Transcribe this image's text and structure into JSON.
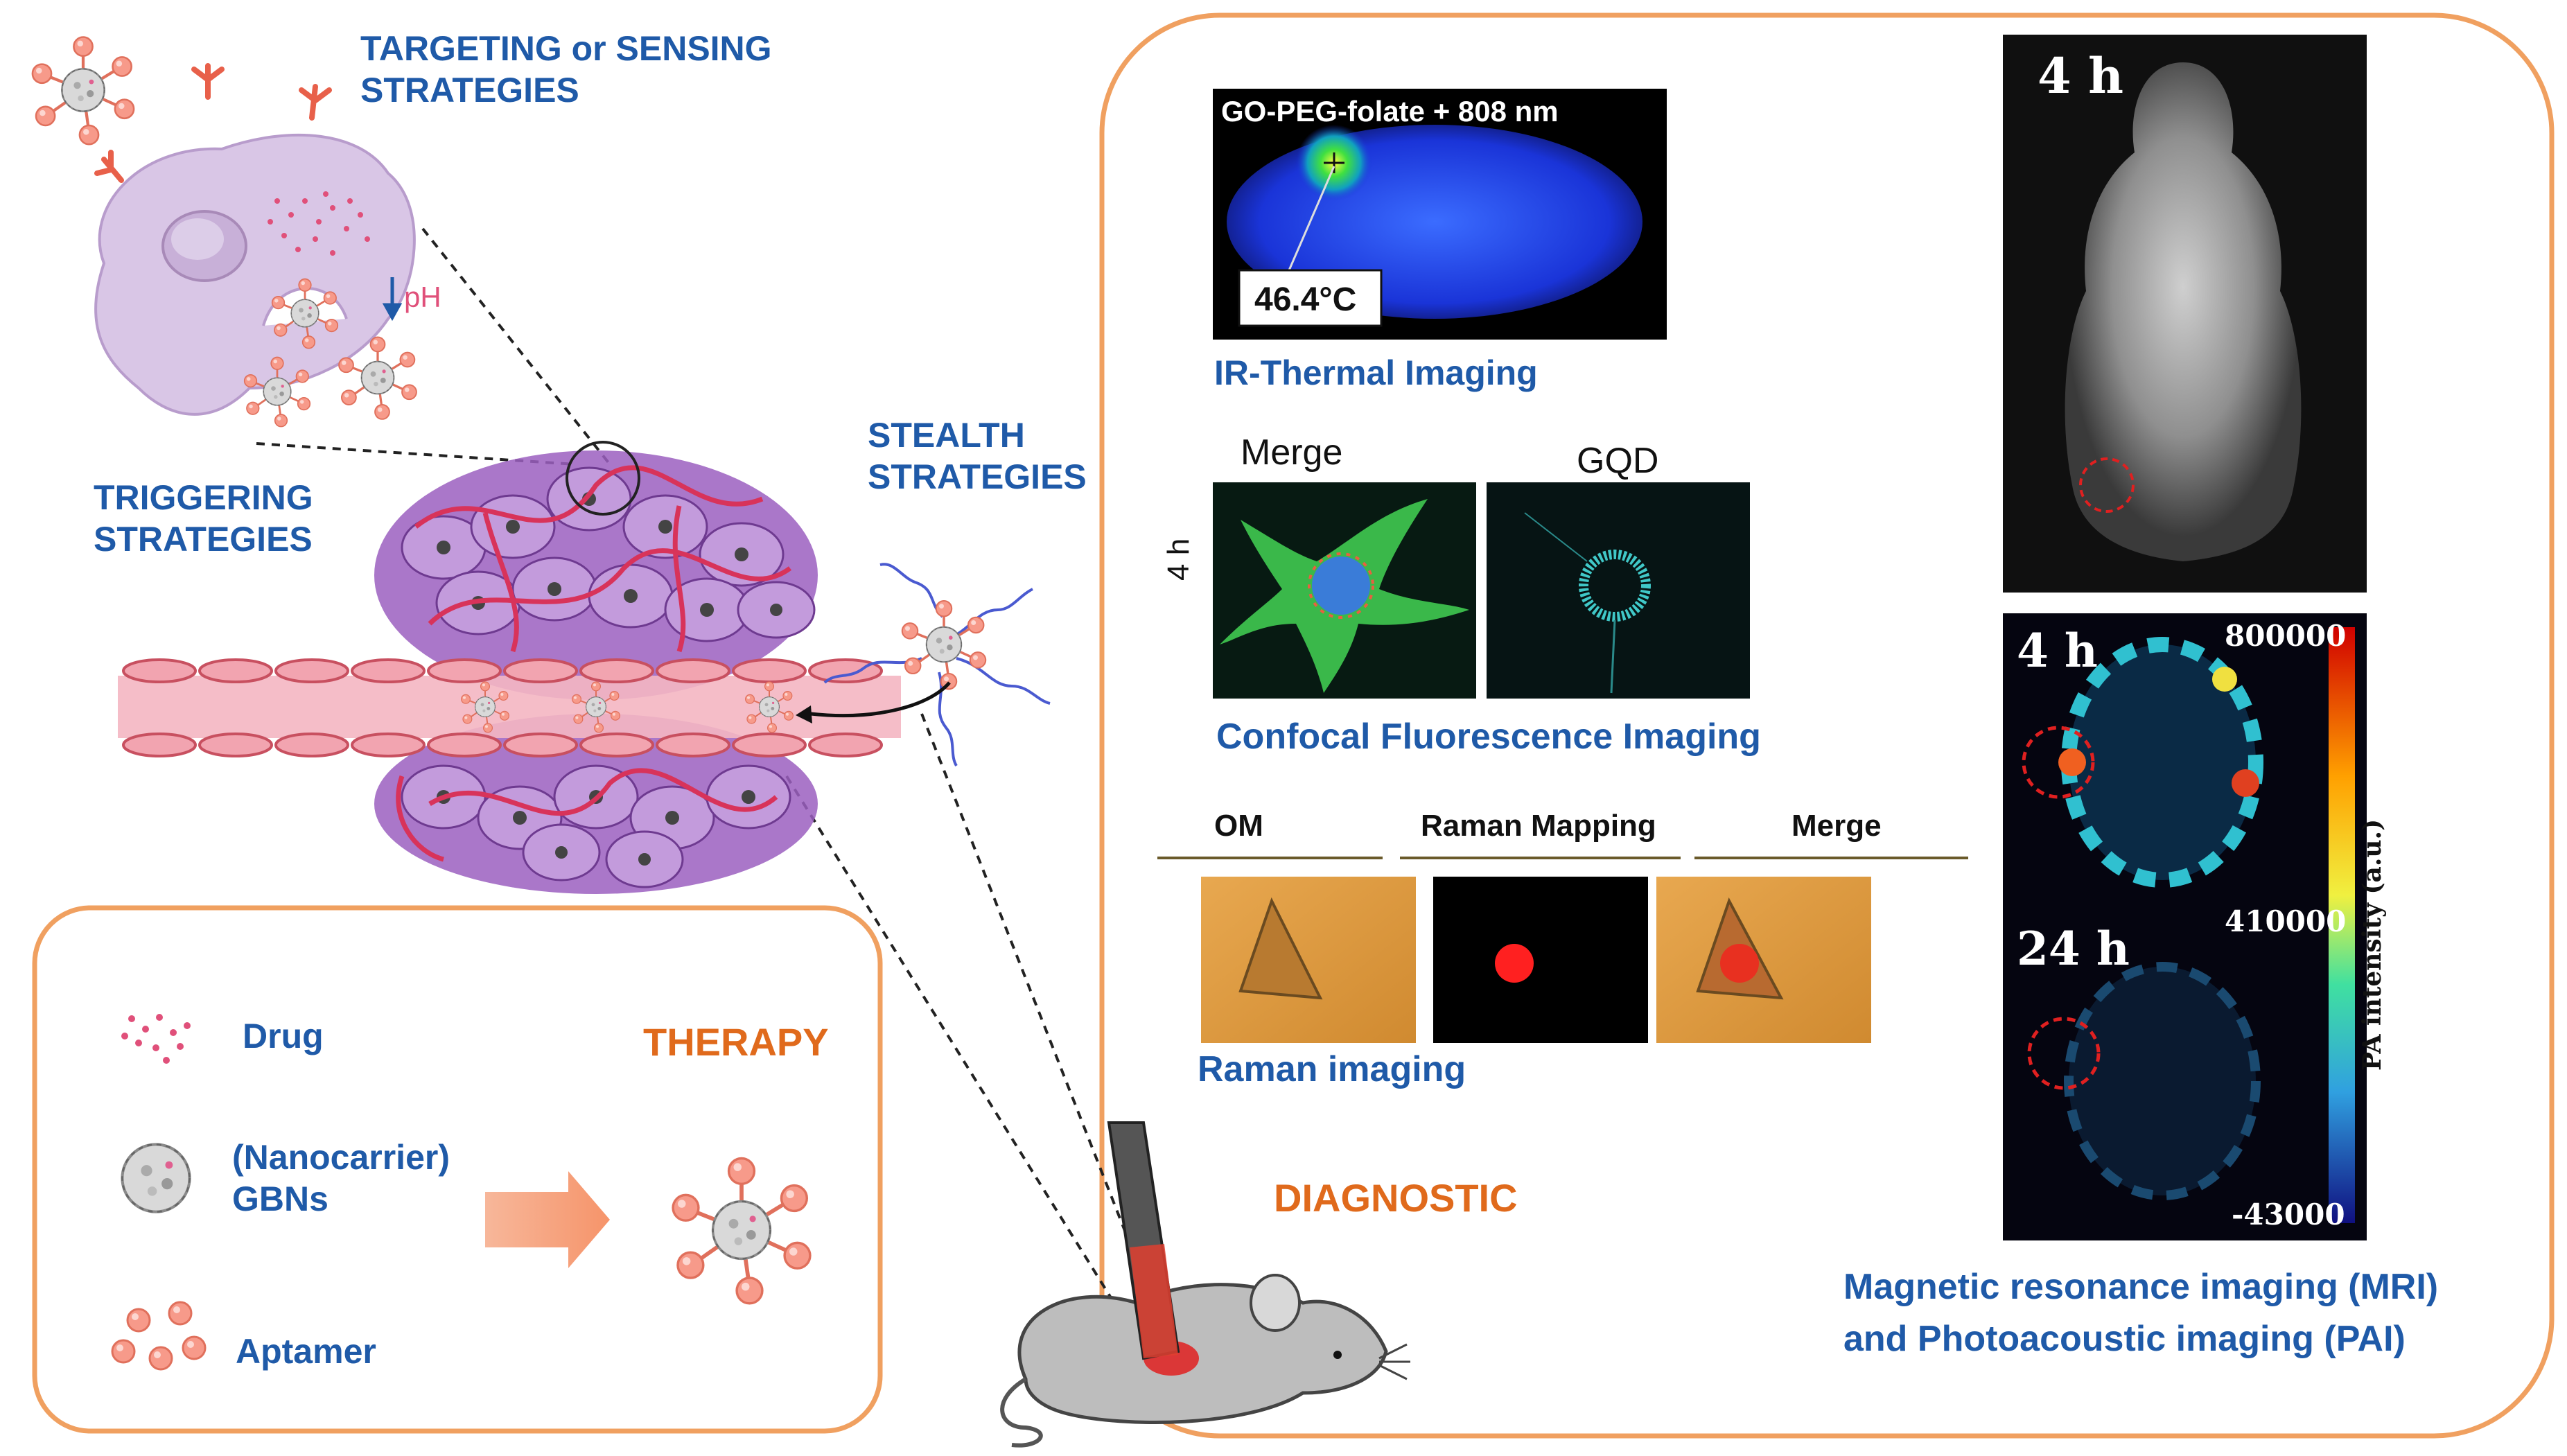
{
  "labels": {
    "targeting": "TARGETING or SENSING\nSTRATEGIES",
    "triggering": "TRIGGERING\nSTRATEGIES",
    "stealth": "STEALTH\nSTRATEGIES",
    "ph": "pH",
    "therapy": "THERAPY",
    "diagnostic": "DIAGNOSTIC"
  },
  "legend": {
    "drug": "Drug",
    "nanocarrier": "(Nanocarrier)\nGBNs",
    "aptamer": "Aptamer"
  },
  "ir_thermal": {
    "header": "GO-PEG-folate + 808 nm",
    "temperature": "46.4°C",
    "caption": "IR-Thermal Imaging"
  },
  "confocal": {
    "merge_label": "Merge",
    "gqd_label": "GQD",
    "time_label": "4 h",
    "caption": "Confocal Fluorescence Imaging"
  },
  "raman": {
    "col_om": "OM",
    "col_mapping": "Raman Mapping",
    "col_merge": "Merge",
    "caption": "Raman imaging"
  },
  "mri": {
    "time_label": "4 h"
  },
  "pai": {
    "time_4h": "4 h",
    "time_24h": "24 h",
    "scale_max": "800000",
    "scale_mid": "410000",
    "scale_min": "-43000",
    "scale_label": "PA intensity (a.u.)"
  },
  "mri_pai_caption": "Magnetic resonance imaging (MRI)\nand Photoacoustic imaging (PAI)",
  "colors": {
    "accent_blue": "#1f5aa8",
    "accent_orange": "#e06a1c",
    "frame_orange": "#f0a060",
    "vessel_pink": "#f4b6c2",
    "tumor_purple": "#9b5fc0",
    "cell_lilac": "#d9c6e6",
    "aptamer_salmon": "#f79a8a"
  }
}
